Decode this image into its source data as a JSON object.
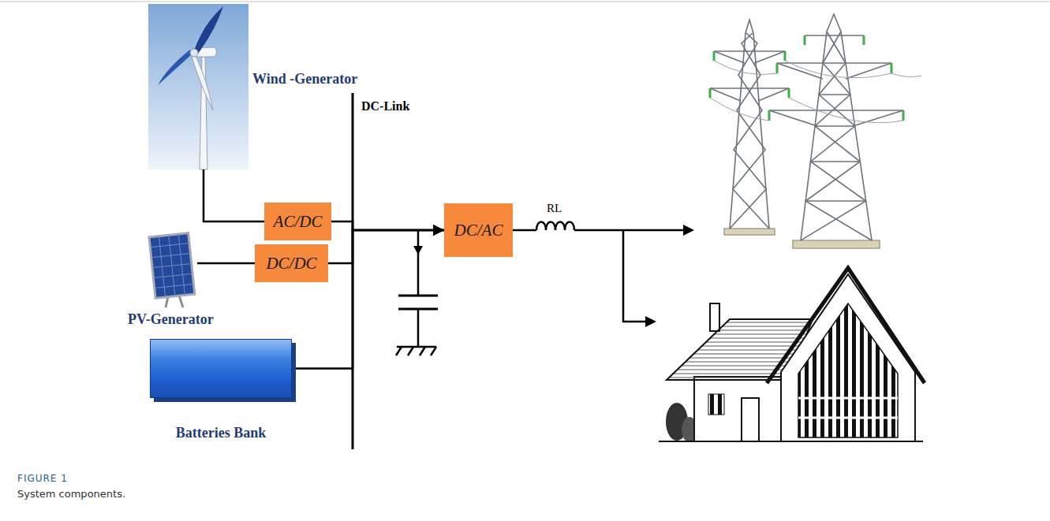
{
  "diagram": {
    "caption": "System components.",
    "nodes": [
      {
        "text": [
          "Wind -Generator"
        ]
      },
      {
        "text": [
          "AC/DC"
        ]
      },
      {
        "text": [
          "PV-Generator"
        ]
      },
      {
        "text": [
          "DC/DC"
        ]
      },
      {
        "text": [
          "Batteries Bank"
        ]
      },
      {
        "text": [
          "DC/AC"
        ]
      }
    ],
    "edges": [
      {
        "from": 0,
        "to": 1,
        "arrow": "none"
      },
      {
        "from": 2,
        "to": 3,
        "arrow": "none"
      },
      {
        "from": 1,
        "to": 5,
        "arrow": "to"
      },
      {
        "from": 3,
        "to": 5,
        "arrow": "to"
      },
      {
        "from": 4,
        "to": 5,
        "arrow": "to"
      }
    ],
    "labels": [
      "DC-Link",
      "RL",
      "FIGURE 1"
    ]
  }
}
